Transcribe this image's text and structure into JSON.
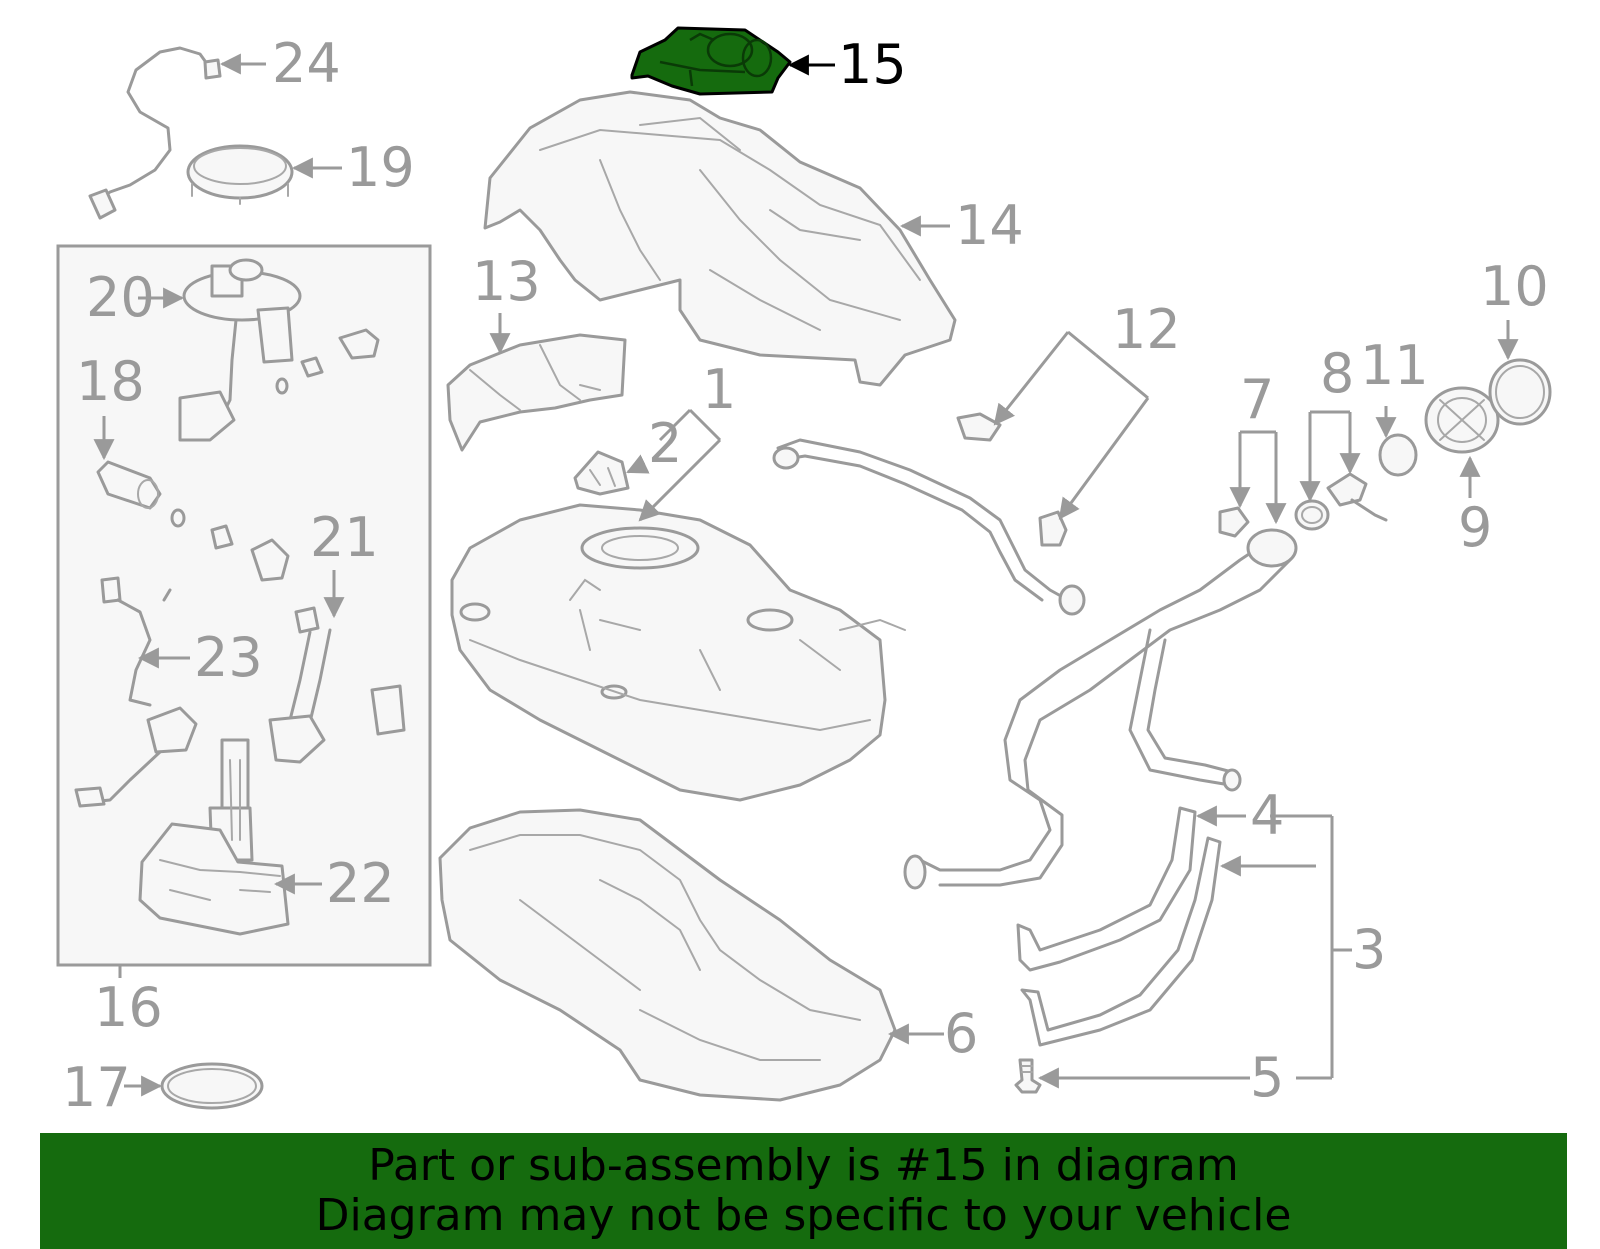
{
  "diagram": {
    "callouts": {
      "c1": "1",
      "c2": "2",
      "c3": "3",
      "c4": "4",
      "c5": "5",
      "c6": "6",
      "c7": "7",
      "c8": "8",
      "c9": "9",
      "c10": "10",
      "c11": "11",
      "c12": "12",
      "c13": "13",
      "c14": "14",
      "c15": "15",
      "c16": "16",
      "c17": "17",
      "c18": "18",
      "c19": "19",
      "c20": "20",
      "c21": "21",
      "c22": "22",
      "c23": "23",
      "c24": "24"
    },
    "highlighted_part": "15",
    "colors": {
      "highlight_fill": "#156b0e",
      "line_gray": "#9a9a9a",
      "group_box_fill": "#f7f7f7"
    }
  },
  "banner": {
    "line1": "Part or sub-assembly is #15 in diagram",
    "line2": "Diagram may not be specific to your vehicle"
  }
}
